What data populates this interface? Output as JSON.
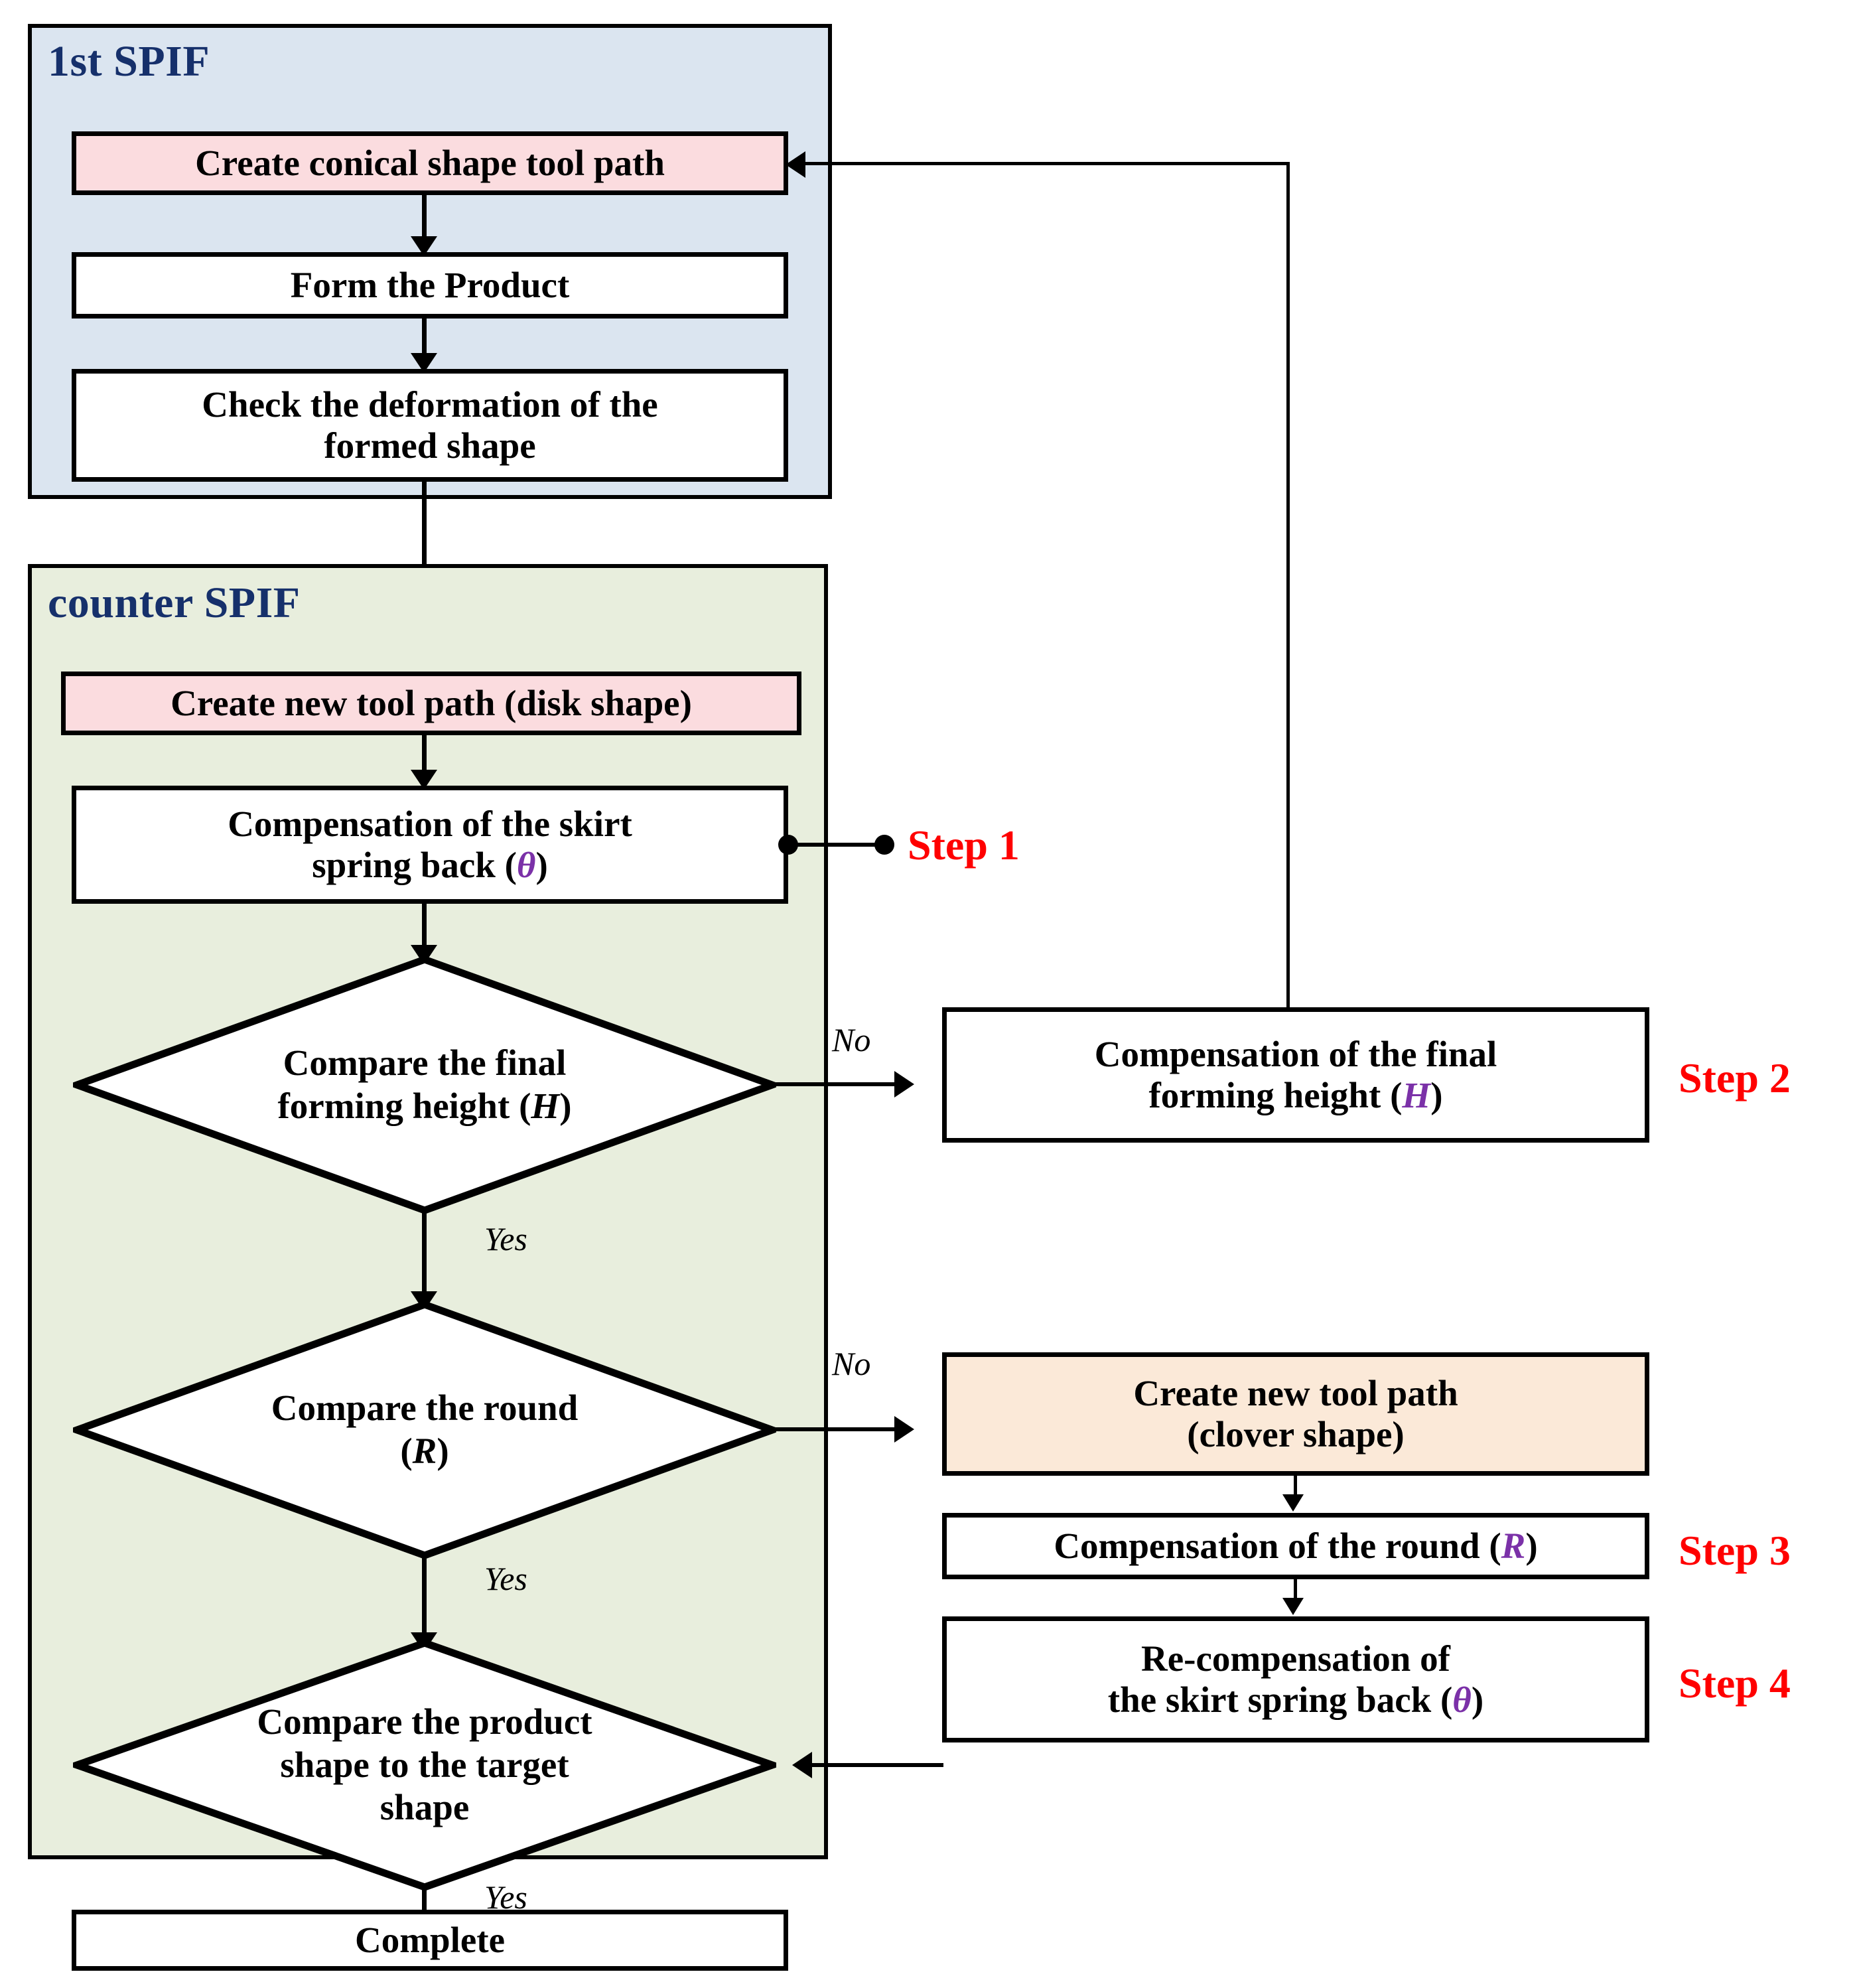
{
  "diagram": {
    "title": "SPIF compensation flowchart",
    "colors": {
      "group_1st_spif_fill": "#dbe5f0",
      "group_counter_spif_fill": "#e8eedd",
      "highlight_pink": "#fbdcdf",
      "highlight_peach": "#fbe9d8",
      "group_title_color": "#16306b",
      "step_label_color": "#ff0000",
      "variable_color": "#7b31a8",
      "stroke_color": "#000000"
    }
  },
  "groups": {
    "first_spif": {
      "title": "1st SPIF"
    },
    "counter_spif": {
      "title": "counter SPIF"
    }
  },
  "nodes": {
    "create_conical": {
      "label": "Create conical shape tool path"
    },
    "form_product": {
      "label": "Form the Product"
    },
    "check_deformation": {
      "line1": "Check the deformation of the",
      "line2": "formed shape"
    },
    "create_disk": {
      "label": "Create new tool path (disk shape)"
    },
    "compensate_skirt": {
      "line1": "Compensation of the skirt",
      "line2_pre": "spring back (",
      "line2_var": "θ",
      "line2_post": ")"
    },
    "compare_height": {
      "line1": "Compare the final",
      "line2_pre": "forming height (",
      "line2_var": "H",
      "line2_post": ")"
    },
    "compare_round": {
      "line1": "Compare the round",
      "line2_pre": "(",
      "line2_var": "R",
      "line2_post": ")"
    },
    "compare_shape": {
      "line1": "Compare the product",
      "line2": "shape to the target",
      "line3": "shape"
    },
    "complete": {
      "label": "Complete"
    },
    "compensate_height": {
      "line1": "Compensation of the final",
      "line2_pre": "forming height (",
      "line2_var": "H",
      "line2_post": ")"
    },
    "create_clover": {
      "line1": "Create new tool path",
      "line2": "(clover shape)"
    },
    "compensate_round": {
      "pre": "Compensation of the round (",
      "var": "R",
      "post": ")"
    },
    "recompensate_skirt": {
      "line1": "Re-compensation of",
      "line2_pre": "the skirt spring back (",
      "line2_var": "θ",
      "line2_post": ")"
    }
  },
  "edge_labels": {
    "no_height": "No",
    "yes_height": "Yes",
    "no_round": "No",
    "yes_round": "Yes",
    "yes_shape": "Yes"
  },
  "step_labels": {
    "step1": "Step 1",
    "step2": "Step 2",
    "step3": "Step 3",
    "step4": "Step 4"
  }
}
